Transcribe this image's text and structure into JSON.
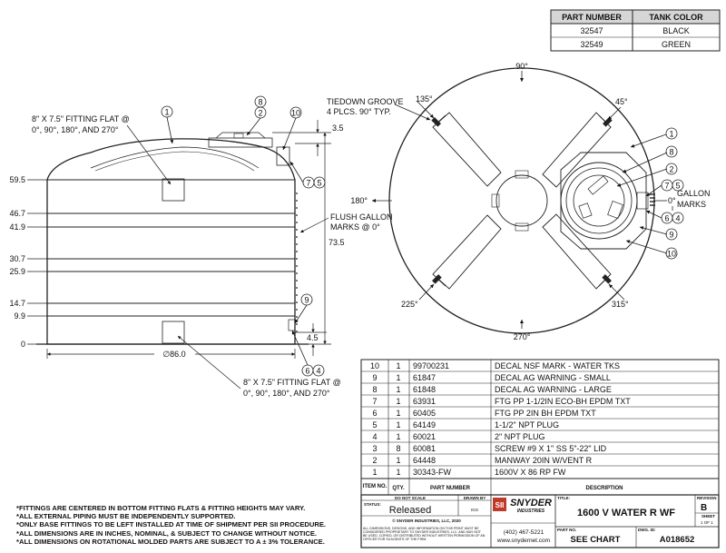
{
  "part_table": {
    "headers": [
      "PART NUMBER",
      "TANK COLOR"
    ],
    "rows": [
      [
        "32547",
        "BLACK"
      ],
      [
        "32549",
        "GREEN"
      ]
    ]
  },
  "side_view": {
    "callouts": [
      "1",
      "8",
      "2",
      "10",
      "7",
      "5",
      "9",
      "6",
      "4"
    ],
    "fitting_flat_top": [
      "8\" X 7.5\" FITTING FLAT @",
      "0°, 90°, 180°, AND 270°"
    ],
    "fitting_flat_bottom": [
      "8\" X 7.5\" FITTING FLAT @",
      "0°, 90°, 180°, AND 270°"
    ],
    "flush_gallon": [
      "FLUSH GALLON",
      "MARKS @ 0°"
    ],
    "heights": [
      "59.5",
      "46.7",
      "41.9",
      "30.7",
      "25.9",
      "14.7",
      "9.9",
      "0"
    ],
    "dim_top": "3.5",
    "dim_total": "73.5",
    "dim_bottom": "4.5",
    "diameter": "∅86.0"
  },
  "top_view": {
    "tiedown": [
      "TIEDOWN GROOVE",
      "4 PLCS. 90° TYP."
    ],
    "angles": {
      "a90": "90°",
      "a45": "45°",
      "a135": "135°",
      "a180": "180°",
      "a0": "0°",
      "a225": "225°",
      "a315": "315°",
      "a270": "270°"
    },
    "gallon_marks": [
      "GALLON",
      "MARKS"
    ],
    "callouts": [
      "1",
      "8",
      "2",
      "7",
      "5",
      "6",
      "4",
      "9",
      "10"
    ]
  },
  "bom": {
    "headers": [
      "ITEM NO.",
      "QTY.",
      "PART NUMBER",
      "DESCRIPTION"
    ],
    "rows": [
      [
        "10",
        "1",
        "99700231",
        "DECAL NSF MARK - WATER TKS"
      ],
      [
        "9",
        "1",
        "61847",
        "DECAL AG WARNING - SMALL"
      ],
      [
        "8",
        "1",
        "61848",
        "DECAL AG WARNING - LARGE"
      ],
      [
        "7",
        "1",
        "63931",
        "FTG PP 1-1/2IN ECO-BH EPDM TXT"
      ],
      [
        "6",
        "1",
        "60405",
        "FTG PP 2IN BH EPDM TXT"
      ],
      [
        "5",
        "1",
        "64149",
        "1-1/2\" NPT PLUG"
      ],
      [
        "4",
        "1",
        "60021",
        "2\" NPT PLUG"
      ],
      [
        "3",
        "8",
        "60081",
        "SCREW #9 X 1\" SS 5\"-22\" LID"
      ],
      [
        "2",
        "1",
        "64448",
        "MANWAY 20IN W/VENT R"
      ],
      [
        "1",
        "1",
        "30343-FW",
        "1600V X 86 RP FW"
      ]
    ]
  },
  "title_block": {
    "do_not_scale": "DO NOT SCALE",
    "drawn_by": "DRAWN BY",
    "drawn_by_value": "IGG",
    "status_label": "STATUS:",
    "status": "Released",
    "copyright": "© SNYDER INDUSTRIES, LLC, 2020",
    "fine_print": [
      "ALL DIMENSIONS, DESIGNS, AND INFORMATION ON THIS PRINT MUST BE",
      "CONSIDERED PROPRIETARY TO SNYDER INDUSTRIES, LLC. AND MAY NOT",
      "BE USED, COPIED, OR DISTRIBUTED WITHOUT WRITTEN PERMISSION OF AN",
      "OFFICER FOR SII AGENTS OF THE FIRM."
    ],
    "logo_sii": "SII",
    "logo_snyder": "SNYDER",
    "logo_industries": "INDUSTRIES",
    "phone": "(402) 467-5221",
    "web": "www.snydernet.com",
    "title_label": "TITLE:",
    "title": "1600 V WATER R WF",
    "revision_label": "REVISION",
    "revision": "B",
    "sheet_label": "SHEET",
    "sheet": "1 OF 1",
    "part_no_label": "PART NO.",
    "part_no": "SEE CHART",
    "dwg_id_label": "DWG. ID:",
    "dwg_id": "A018652"
  },
  "notes": [
    "*FITTINGS ARE CENTERED IN BOTTOM FITTING FLATS & FITTING HEIGHTS MAY VARY.",
    "*ALL EXTERNAL PIPING MUST BE INDEPENDENTLY SUPPORTED.",
    "*ONLY BASE FITTINGS TO BE LEFT INSTALLED AT TIME OF SHIPMENT PER SII PROCEDURE.",
    "*ALL DIMENSIONS ARE IN INCHES, NOMINAL, & SUBJECT TO CHANGE WITHOUT NOTICE.",
    "*ALL DIMENSIONS ON ROTATIONAL MOLDED PARTS ARE SUBJECT TO A ± 3% TOLERANCE."
  ]
}
